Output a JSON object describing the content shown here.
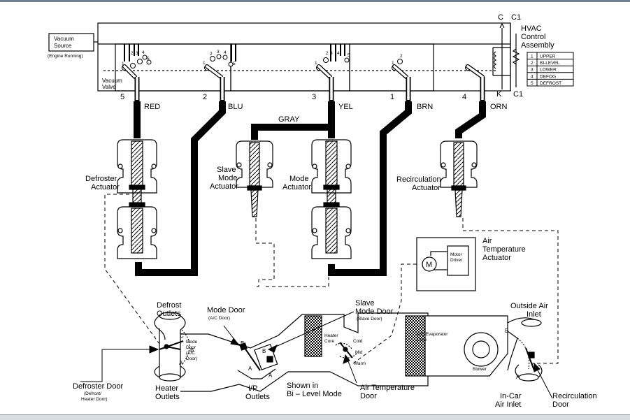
{
  "vacuum_source": {
    "line1": "Vacuum",
    "line2": "Source",
    "note": "(Engine Running)"
  },
  "vacuum_valve": {
    "line1": "Vacuum",
    "line2": "Valve"
  },
  "hvac": {
    "line1": "HVAC",
    "line2": "Control",
    "line3": "Assembly",
    "connector_c": "C",
    "connector_c1": "C1",
    "connector_k": "K",
    "connector_k1": "C1"
  },
  "legend": [
    {
      "num": "1",
      "name": "UPPER"
    },
    {
      "num": "2",
      "name": "BI-LEVEL"
    },
    {
      "num": "3",
      "name": "LOWER"
    },
    {
      "num": "4",
      "name": "DEFOG"
    },
    {
      "num": "5",
      "name": "DEFROST"
    }
  ],
  "ports": [
    "5",
    "2",
    "3",
    "1",
    "4"
  ],
  "wires": {
    "red": "RED",
    "blu": "BLU",
    "gray": "GRAY",
    "yel": "YEL",
    "brn": "BRN",
    "orn": "ORN"
  },
  "actuators": {
    "defroster": {
      "line1": "Defroster",
      "line2": "Actuator"
    },
    "slave": {
      "line1": "Slave",
      "line2": "Mode",
      "line3": "Actuator"
    },
    "mode": {
      "line1": "Mode",
      "line2": "Actuator"
    },
    "recirc": {
      "line1": "Recirculation",
      "line2": "Actuator"
    },
    "air_temp": {
      "line1": "Air",
      "line2": "Temperature",
      "line3": "Actuator"
    },
    "motor_symbol": "M",
    "motor_driver": {
      "line1": "Motor",
      "line2": "Driver"
    }
  },
  "valve_digits": {
    "g1": [
      "1",
      "2",
      "3",
      "4",
      "5"
    ],
    "g2": [
      "1",
      "2",
      "3",
      "4",
      "5"
    ],
    "g3": [
      "1",
      "2",
      "3",
      "4",
      "5"
    ],
    "g4": [
      "1",
      "2"
    ],
    "g5": [
      "1"
    ]
  },
  "ducts": {
    "defrost_outlets": {
      "line1": "Defrost",
      "line2": "Outlets"
    },
    "mode_door_inner": {
      "line1": "Mode",
      "line2": "Door",
      "line3": "(A/C",
      "line4": "Door)"
    },
    "heater_outlets": {
      "line1": "Heater",
      "line2": "Outlets"
    },
    "defroster_door": {
      "line1": "Defroster Door",
      "line2": "(Defrost/",
      "line3": "Heater Door)"
    },
    "mode_door": {
      "line1": "Mode Door",
      "line2": "(A/C Door)"
    },
    "ip_outlets": {
      "line1": "I/P",
      "line2": "Outlets"
    },
    "shown_in": {
      "line1": "Shown in",
      "line2": "Bi – Level Mode"
    },
    "slave_mode_door": {
      "line1": "Slave",
      "line2": "Mode Door",
      "line3": "(Slave Door)"
    },
    "heater_core": {
      "line1": "Heater",
      "line2": "Core"
    },
    "cold": "Cold",
    "mid": "Mid",
    "warm": "Warm",
    "air_temp_door": {
      "line1": "Air Temperature",
      "line2": "Door"
    },
    "evap_core": {
      "line1": "A/C Evaporator",
      "line2": "Core"
    },
    "blower": "Blower",
    "outside_air": {
      "line1": "Outside Air",
      "line2": "Inlet"
    },
    "incar_air": {
      "line1": "In-Car",
      "line2": "Air Inlet"
    },
    "recirc_door": {
      "line1": "Recirculation",
      "line2": "Door"
    },
    "letter_a": "A",
    "letter_b": "B",
    "letter_c": "C"
  }
}
